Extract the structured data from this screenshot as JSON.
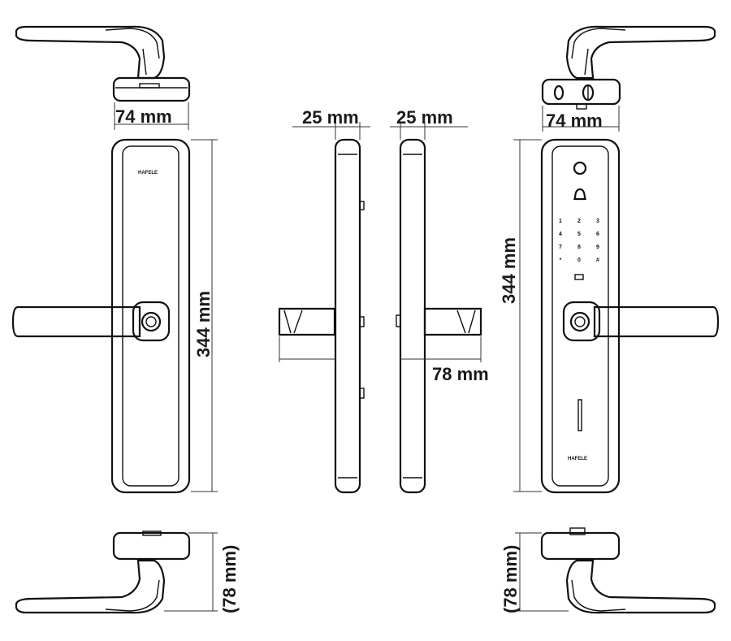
{
  "brand": "HAFELE",
  "dimensions": {
    "top_left_width": "74 mm",
    "top_right_width": "74 mm",
    "side_left_thickness": "25 mm",
    "side_right_thickness": "25 mm",
    "handle_projection": "78 mm",
    "front_height_left": "344 mm",
    "front_height_right": "344 mm",
    "bottom_left_projection": "(78 mm)",
    "bottom_right_projection": "(78 mm)"
  },
  "keypad": {
    "keys": [
      "1",
      "2",
      "3",
      "4",
      "5",
      "6",
      "7",
      "8",
      "9",
      "*",
      "0",
      "#"
    ]
  }
}
